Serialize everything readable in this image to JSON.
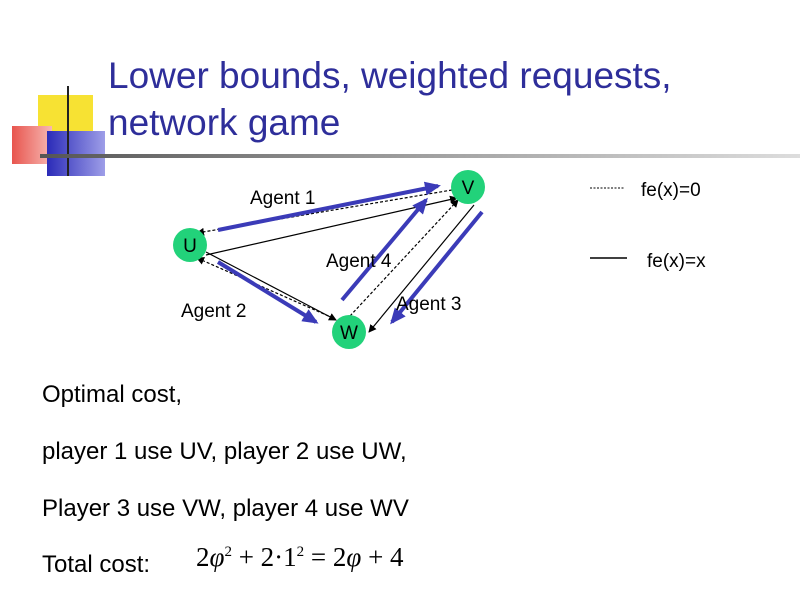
{
  "title_line1": "Lower bounds, weighted requests,",
  "title_line2": "network game",
  "diagram": {
    "nodes": {
      "u": "U",
      "v": "V",
      "w": "W"
    },
    "agents": {
      "agent1": "Agent 1",
      "agent2": "Agent 2",
      "agent3": "Agent 3",
      "agent4": "Agent 4"
    },
    "legend": {
      "dashed": "fe(x)=0",
      "solid": "fe(x)=x"
    },
    "node_color": "#22d27a",
    "agent_arrow_color": "#3b3bb8"
  },
  "body": {
    "line1": "Optimal cost,",
    "line2": "player 1 use UV, player 2 use UW,",
    "line3": "Player 3 use VW, player 4 use WV",
    "line4": "Total cost:"
  },
  "formula": {
    "a": "2",
    "phi1": "φ",
    "exp1": "2",
    "b": " + 2·1",
    "exp2": "2",
    "c": " = 2",
    "phi2": "φ",
    "d": " + 4"
  }
}
